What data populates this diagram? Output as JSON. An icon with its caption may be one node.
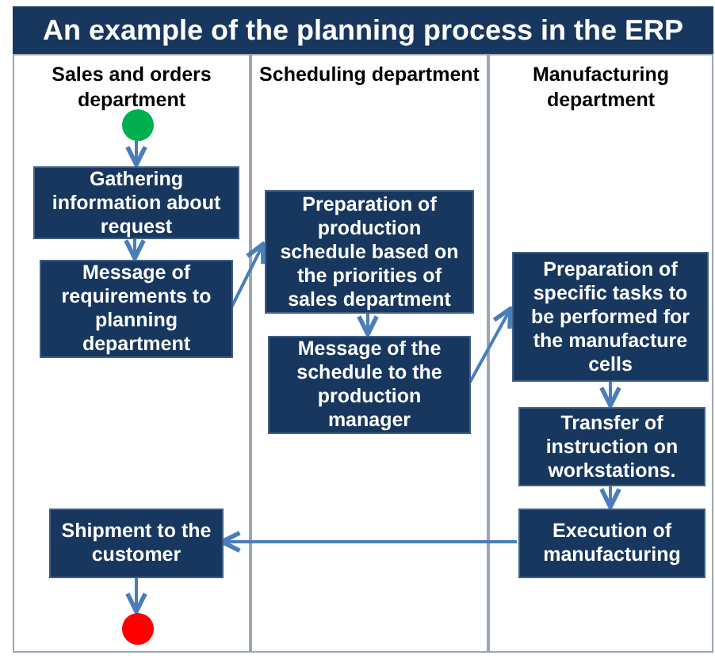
{
  "diagram": {
    "title": "An example of the planning process in the ERP",
    "nodes": [
      {
        "text": [
          "Sales and orders department"
        ]
      },
      {
        "text": [
          "Scheduling department"
        ]
      },
      {
        "text": [
          "Manufacturing department"
        ]
      },
      {
        "text": [],
        "shape": "circle",
        "in": 0
      },
      {
        "text": [
          "Gathering information about request"
        ],
        "in": 0
      },
      {
        "text": [
          "Message of requirements to planning department"
        ],
        "in": 0
      },
      {
        "text": [
          "Preparation of production schedule based on the priorities of sales department"
        ],
        "in": 1
      },
      {
        "text": [
          "Message of the schedule to the production manager"
        ],
        "in": 1
      },
      {
        "text": [
          "Preparation of specific tasks to be performed for the manufacture cells"
        ],
        "in": 2
      },
      {
        "text": [
          "Transfer of instruction on workstations."
        ],
        "in": 2
      },
      {
        "text": [
          "Execution of manufacturing"
        ],
        "in": 2
      },
      {
        "text": [
          "Shipment to the customer"
        ],
        "in": 0
      },
      {
        "text": [],
        "shape": "circle",
        "in": 0
      }
    ],
    "edges": [
      {
        "from": 3,
        "to": 4,
        "arrow": "to"
      },
      {
        "from": 4,
        "to": 5,
        "arrow": "to"
      },
      {
        "from": 5,
        "to": 6,
        "arrow": "to"
      },
      {
        "from": 6,
        "to": 7,
        "arrow": "to"
      },
      {
        "from": 7,
        "to": 8,
        "arrow": "to"
      },
      {
        "from": 8,
        "to": 9,
        "arrow": "to"
      },
      {
        "from": 9,
        "to": 10,
        "arrow": "to"
      },
      {
        "from": 10,
        "to": 11,
        "arrow": "to"
      },
      {
        "from": 11,
        "to": 12,
        "arrow": "to"
      }
    ]
  }
}
